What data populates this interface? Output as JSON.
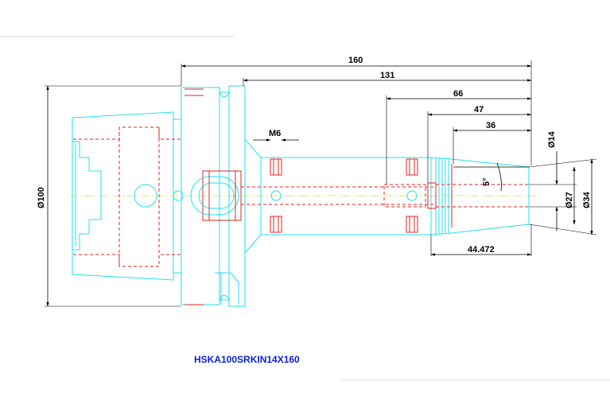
{
  "drawing": {
    "part_number": "HSKA100SRKIN14X160",
    "dimensions": {
      "overall_length": "160",
      "projection_length": "131",
      "clamp_length": "66",
      "collet_length": "47",
      "nose_length": "36",
      "taper_length": "44.472",
      "thread": "M6",
      "angle": "5°",
      "flange_diameter": "Ø100",
      "bore_diameter": "Ø14",
      "nose_diameter_small": "Ø27",
      "nose_diameter_large": "Ø34"
    },
    "colors": {
      "outline": "#1fe0f0",
      "hidden": "#e0241c",
      "dimension": "#000000",
      "centerline": "#e8e000",
      "title": "#0a1fd8"
    }
  }
}
